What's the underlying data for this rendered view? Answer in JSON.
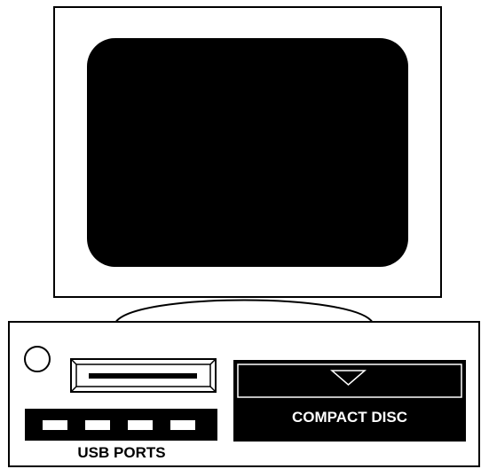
{
  "labels": {
    "usb_ports": "USB PORTS",
    "compact_disc": "COMPACT DISC"
  },
  "usb": {
    "port_count": 4
  },
  "icons": {
    "power": "power-button-icon",
    "eject": "eject-triangle-icon"
  },
  "colors": {
    "outline": "#000000",
    "fill": "#ffffff",
    "screen": "#000000",
    "label_on_dark": "#ffffff"
  }
}
